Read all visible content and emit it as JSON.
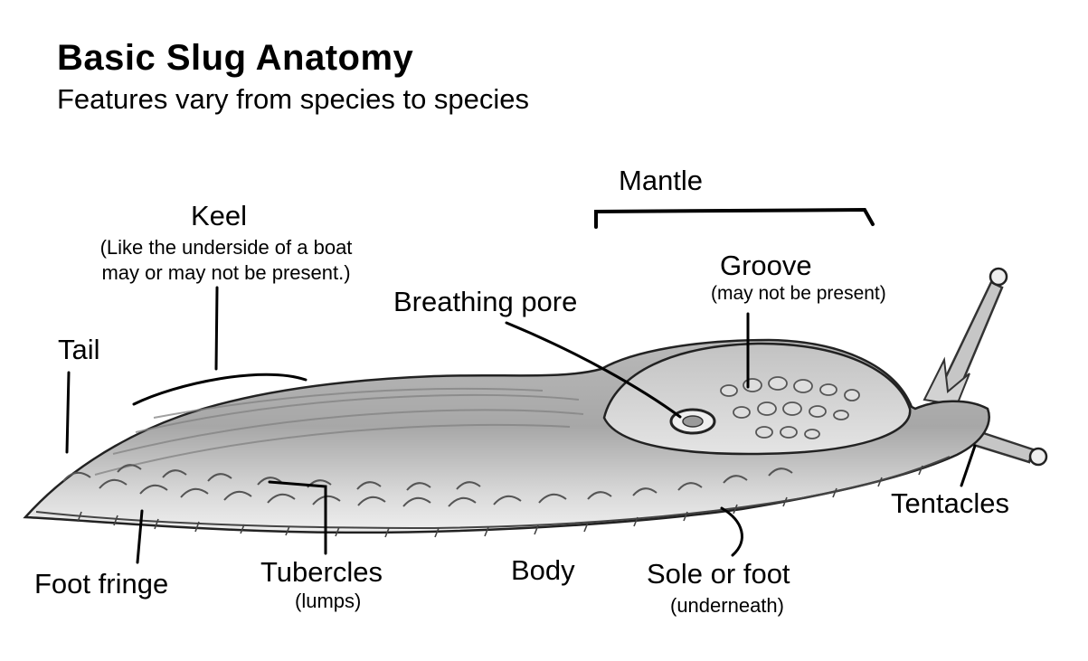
{
  "header": {
    "title": "Basic Slug Anatomy",
    "subtitle": "Features vary from species to species"
  },
  "labels": {
    "mantle": "Mantle",
    "keel": "Keel",
    "keel_note_line1": "(Like the underside of a boat",
    "keel_note_line2": "may or may not be present.)",
    "breathing_pore": "Breathing pore",
    "groove": "Groove",
    "groove_note": "(may not be present)",
    "tail": "Tail",
    "tentacles": "Tentacles",
    "foot_fringe": "Foot fringe",
    "tubercles": "Tubercles",
    "tubercles_note": "(lumps)",
    "body": "Body",
    "sole_or_foot": "Sole or foot",
    "sole_note": "(underneath)"
  },
  "colors": {
    "ink": "#000000",
    "sketch_dark": "#333333",
    "sketch_mid": "#777777",
    "body_fill": "#c9c9c9"
  }
}
